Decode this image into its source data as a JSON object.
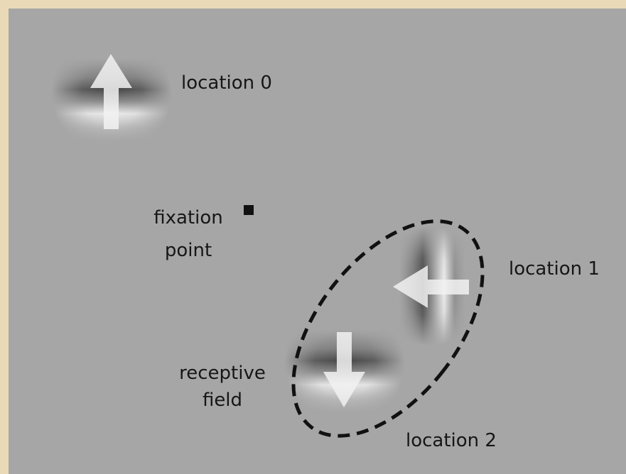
{
  "colors": {
    "frame": "#ead9b6",
    "panel": "#a6a6a6",
    "text": "#161616",
    "fixation": "#111111",
    "receptive_field_outline": "#111111",
    "arrow": "#f2f2f2"
  },
  "labels": {
    "location0": "location 0",
    "fixation_line1": "fixation",
    "fixation_line2": "point",
    "location1": "location 1",
    "receptive_line1": "receptive",
    "receptive_line2": "field",
    "location2": "location 2"
  },
  "stimuli": [
    {
      "id": "location-0",
      "arrow_direction": "up",
      "grating": "horizontal"
    },
    {
      "id": "location-1",
      "arrow_direction": "left",
      "grating": "vertical"
    },
    {
      "id": "location-2",
      "arrow_direction": "down",
      "grating": "horizontal"
    }
  ]
}
